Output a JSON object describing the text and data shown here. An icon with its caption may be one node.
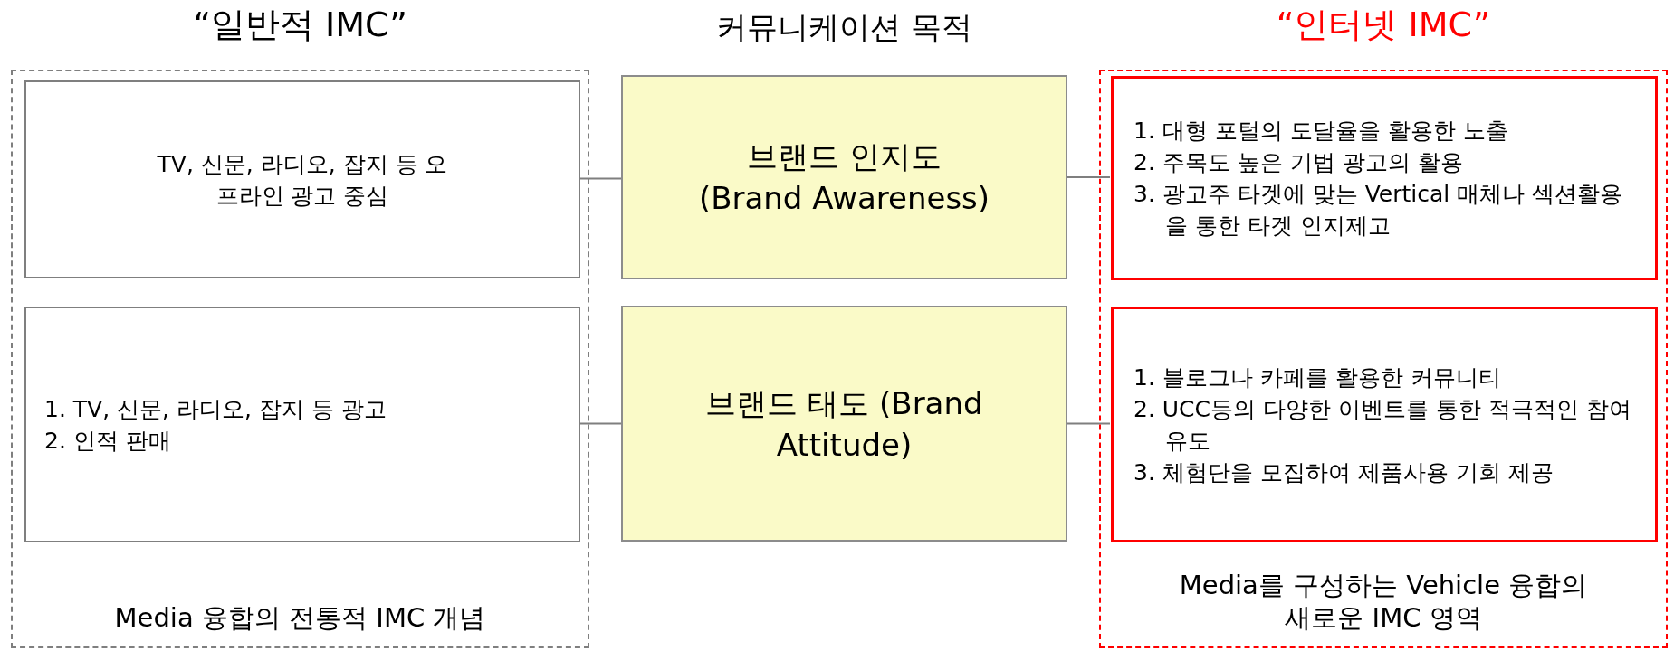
{
  "diagram": {
    "nodes": [
      {
        "text": [
          "“일반적 IMC”",
          "Media 융합의 전통적 IMC 개념"
        ]
      },
      {
        "text": [
          "TV, 신문, 라디오, 잡지 등 오프라인 광고 중심"
        ],
        "in": 0
      },
      {
        "text": [
          "1. TV, 신문, 라디오, 잡지 등 광고",
          "2. 인적 판매"
        ],
        "in": 0
      },
      {
        "text": [
          "브랜드 인지도 (Brand Awareness)"
        ]
      },
      {
        "text": [
          "브랜드 태도 (Brand Attitude)"
        ]
      },
      {
        "text": [
          "“인터넷 IMC”",
          "Media를 구성하는 Vehicle 융합의 새로운 IMC 영역"
        ]
      },
      {
        "text": [
          "1. 대형 포털의 도달율을 활용한 노출",
          "2. 주목도 높은 기법 광고의 활용",
          "3. 광고주 타겟에 맞는 Vertical 매체나 섹션활용을 통한 타겟 인지제고"
        ],
        "in": 5
      },
      {
        "text": [
          "1. 블로그나 카페를 활용한 커뮤니티",
          "2. UCC등의 다양한 이벤트를 통한 적극적인 참여 유도",
          "3. 체험단을 모집하여 제품사용 기회 제공"
        ],
        "in": 5
      }
    ],
    "edges": [
      {
        "from": 1,
        "to": 3,
        "arrow": "none"
      },
      {
        "from": 3,
        "to": 6,
        "arrow": "none"
      },
      {
        "from": 2,
        "to": 4,
        "arrow": "none"
      },
      {
        "from": 4,
        "to": 7,
        "arrow": "none"
      }
    ],
    "labels": [
      "커뮤니케이션 목적"
    ]
  }
}
